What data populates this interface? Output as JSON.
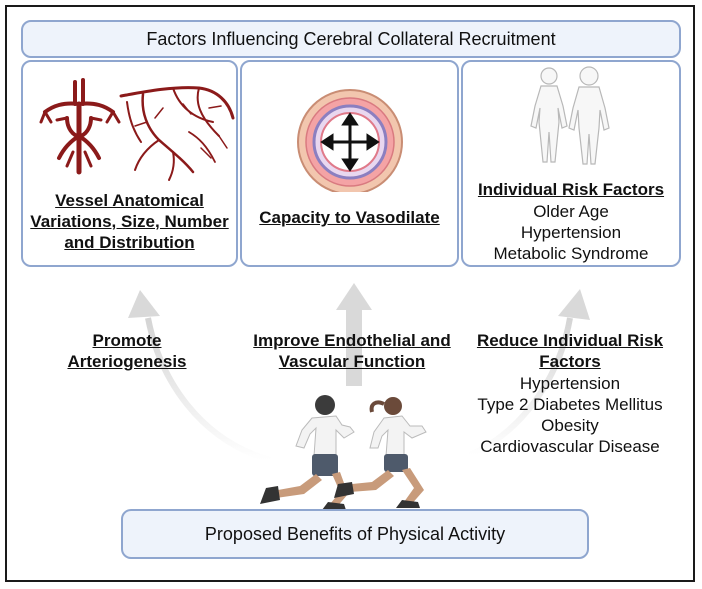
{
  "title": "Factors Influencing Cerebral Collateral Recruitment",
  "panels": [
    {
      "title": "Vessel Anatomical Variations, Size, Number and Distribution",
      "icon": "brain-vessels-icon"
    },
    {
      "title": "Capacity to Vasodilate",
      "icon": "vessel-cross-section-icon"
    },
    {
      "title": "Individual Risk Factors",
      "icon": "human-figures-icon",
      "items": [
        "Older Age",
        "Hypertension",
        "Metabolic Syndrome"
      ]
    }
  ],
  "benefits": [
    {
      "title": "Promote Arteriogenesis"
    },
    {
      "title": "Improve Endothelial and Vascular Function"
    },
    {
      "title": "Reduce Individual Risk Factors",
      "items": [
        "Hypertension",
        "Type 2 Diabetes Mellitus",
        "Obesity",
        "Cardiovascular Disease"
      ]
    }
  ],
  "bottom": "Proposed Benefits of Physical Activity",
  "colors": {
    "panel_border": "#8fa6cf",
    "panel_fill": "#eef3fb",
    "vessel_red": "#8b1a1a",
    "arrow_gray": "#d9d9d9"
  }
}
